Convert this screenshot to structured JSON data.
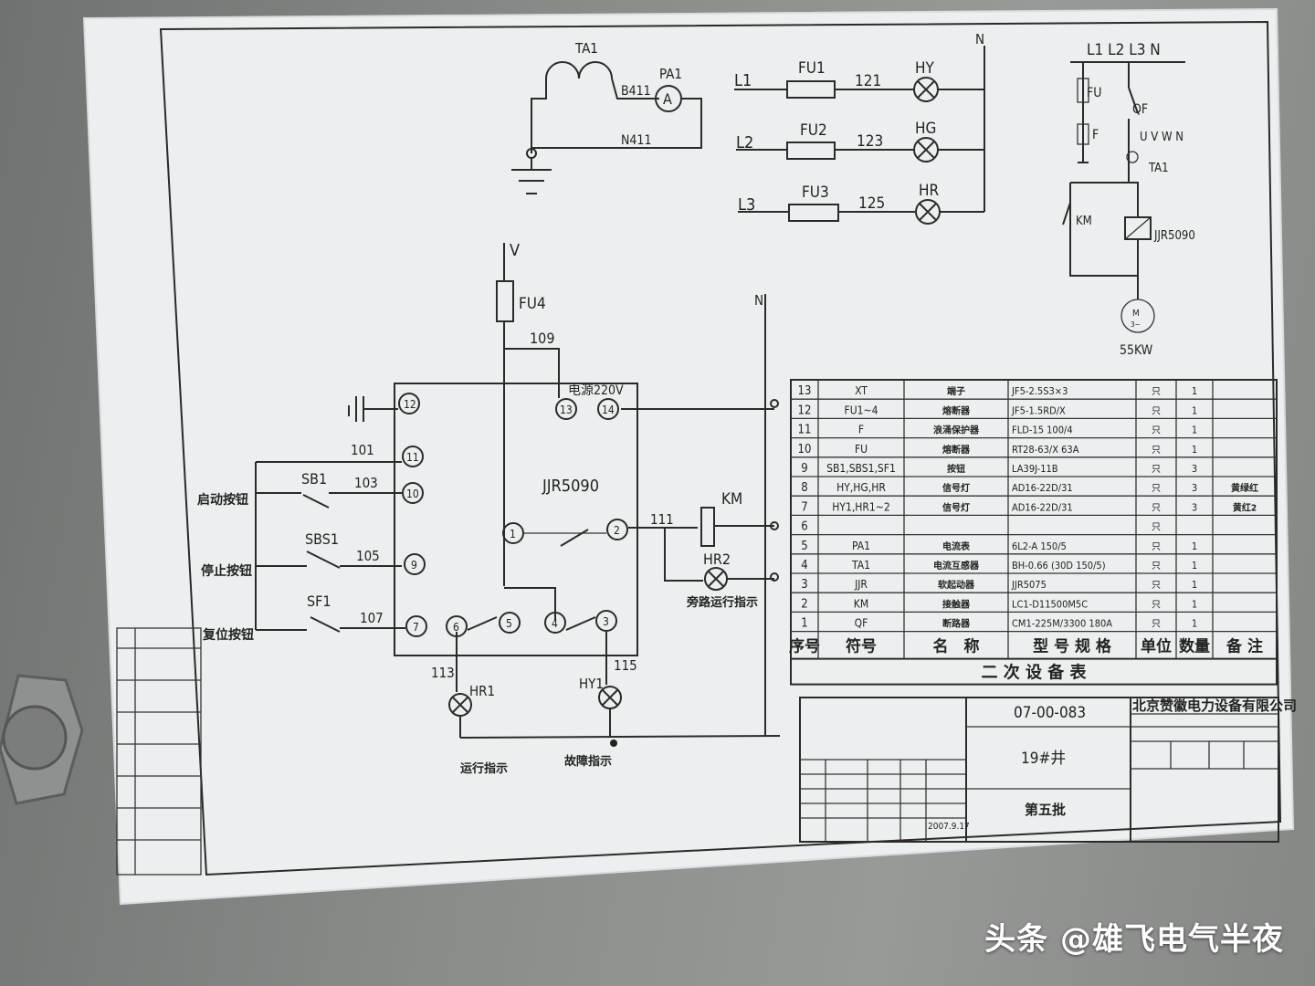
{
  "ammeter": {
    "ct_label": "TA1",
    "meter_label": "PA1",
    "meter_symbol": "A",
    "wire_top": "B411",
    "wire_bottom": "N411"
  },
  "indicator_circuit": {
    "neutral": "N",
    "rows": [
      {
        "phase": "L1",
        "fuse": "FU1",
        "wire": "121",
        "lamp": "HY"
      },
      {
        "phase": "L2",
        "fuse": "FU2",
        "wire": "123",
        "lamp": "HG"
      },
      {
        "phase": "L3",
        "fuse": "FU3",
        "wire": "125",
        "lamp": "HR"
      }
    ]
  },
  "main_circuit": {
    "phases": "L1 L2 L3 N",
    "fuse": "FU",
    "arrester": "F",
    "breaker": "QF",
    "terminals": "U V W N",
    "ct": "TA1",
    "contactor": "KM",
    "soft_starter": "JJR5090",
    "motor": "M",
    "motor_phase": "3~",
    "power": "55KW"
  },
  "control": {
    "supply": "V",
    "neutral": "N",
    "fuse": "FU4",
    "wire_109": "109",
    "power_label": "电源220V",
    "device": "JJR5090",
    "terminals": [
      "12",
      "13",
      "14",
      "11",
      "10",
      "9",
      "7",
      "1",
      "2",
      "5",
      "4",
      "6",
      "3"
    ],
    "wires": {
      "w101": "101",
      "w103": "103",
      "w105": "105",
      "w107": "107",
      "w111": "111",
      "w113": "113",
      "w115": "115"
    },
    "buttons": [
      {
        "id": "SB1",
        "label": "启动按钮"
      },
      {
        "id": "SBS1",
        "label": "停止按钮"
      },
      {
        "id": "SF1",
        "label": "复位按钮"
      }
    ],
    "coil": "KM",
    "bypass_lamp": "HR2",
    "bypass_label": "旁路运行指示",
    "run_lamp": "HR1",
    "run_label": "运行指示",
    "fault_lamp": "HY1",
    "fault_label": "故障指示"
  },
  "equipment_table": {
    "rows": [
      {
        "no": "13",
        "sym": "XT",
        "name": "端子",
        "model": "JF5-2.5S3×3",
        "unit": "只",
        "qty": "1",
        "note": ""
      },
      {
        "no": "12",
        "sym": "FU1~4",
        "name": "熔断器",
        "model": "JF5-1.5RD/X",
        "unit": "只",
        "qty": "1",
        "note": ""
      },
      {
        "no": "11",
        "sym": "F",
        "name": "浪涌保护器",
        "model": "FLD-15 100/4",
        "unit": "只",
        "qty": "1",
        "note": ""
      },
      {
        "no": "10",
        "sym": "FU",
        "name": "熔断器",
        "model": "RT28-63/X 63A",
        "unit": "只",
        "qty": "1",
        "note": ""
      },
      {
        "no": "9",
        "sym": "SB1,SBS1,SF1",
        "name": "按钮",
        "model": "LA39J-11B",
        "unit": "只",
        "qty": "3",
        "note": ""
      },
      {
        "no": "8",
        "sym": "HY,HG,HR",
        "name": "信号灯",
        "model": "AD16-22D/31",
        "unit": "只",
        "qty": "3",
        "note": "黄绿红"
      },
      {
        "no": "7",
        "sym": "HY1,HR1~2",
        "name": "信号灯",
        "model": "AD16-22D/31",
        "unit": "只",
        "qty": "3",
        "note": "黄红2"
      },
      {
        "no": "6",
        "sym": "",
        "name": "",
        "model": "",
        "unit": "只",
        "qty": "",
        "note": ""
      },
      {
        "no": "5",
        "sym": "PA1",
        "name": "电流表",
        "model": "6L2-A 150/5",
        "unit": "只",
        "qty": "1",
        "note": ""
      },
      {
        "no": "4",
        "sym": "TA1",
        "name": "电流互感器",
        "model": "BH-0.66 (30D 150/5)",
        "unit": "只",
        "qty": "1",
        "note": ""
      },
      {
        "no": "3",
        "sym": "JJR",
        "name": "软起动器",
        "model": "JJR5075",
        "unit": "只",
        "qty": "1",
        "note": ""
      },
      {
        "no": "2",
        "sym": "KM",
        "name": "接触器",
        "model": "LC1-D11500M5C",
        "unit": "只",
        "qty": "1",
        "note": ""
      },
      {
        "no": "1",
        "sym": "QF",
        "name": "断路器",
        "model": "CM1-225M/3300 180A",
        "unit": "只",
        "qty": "1",
        "note": ""
      }
    ],
    "headers": [
      "序号",
      "符号",
      "名　称",
      "型 号 规 格",
      "单位",
      "数量",
      "备 注"
    ],
    "title": "二 次 设 备 表"
  },
  "title_block": {
    "drawing_no": "07-00-083",
    "company": "北京赞徽电力设备有限公司",
    "project": "19#井",
    "batch": "第五批",
    "date": "2007.9.17"
  },
  "watermark": "头条 @雄飞电气半夜"
}
